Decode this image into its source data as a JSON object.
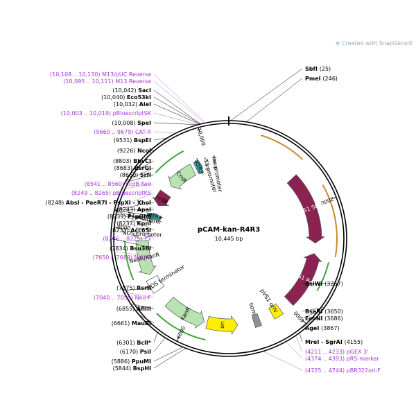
{
  "watermark": {
    "text": "Created with SnapGene®",
    "icon": "snapgene-logo-icon"
  },
  "plasmid": {
    "name": "pCAM-kan-R4R3",
    "length_label": "10,445 bp",
    "length": 10445
  },
  "ticks": [
    {
      "pos": 2000,
      "label": "2000"
    },
    {
      "pos": 4000,
      "label": "4000"
    },
    {
      "pos": 6000,
      "label": "6000"
    },
    {
      "pos": 8000,
      "label": "8000"
    },
    {
      "pos": 10000,
      "label": "10,000"
    }
  ],
  "sites_right": [
    {
      "name": "SbfI",
      "pos": "(25)",
      "bp": 25
    },
    {
      "name": "PmeI",
      "pos": "(246)",
      "bp": 246
    },
    {
      "name": "BsiWI",
      "pos": "(3257)",
      "bp": 3257
    },
    {
      "name": "BseRI",
      "pos": "(3650)",
      "bp": 3650
    },
    {
      "name": "EcoNI",
      "pos": "(3686)",
      "bp": 3686
    },
    {
      "name": "AgeI",
      "pos": "(3867)",
      "bp": 3867
    },
    {
      "name": "MreI - SgrAI",
      "pos": "(4155)",
      "bp": 4155
    }
  ],
  "sites_left": [
    {
      "name": "SacI",
      "pos": "(10,042)",
      "bp": 10042
    },
    {
      "name": "Eco53kI",
      "pos": "(10,040)",
      "bp": 10040
    },
    {
      "name": "AleI",
      "pos": "(10,032)",
      "bp": 10032
    },
    {
      "name": "SpeI",
      "pos": "(10,008)",
      "bp": 10008
    },
    {
      "name": "BspEI",
      "pos": "(9531)",
      "bp": 9531
    },
    {
      "name": "NcoI",
      "pos": "(9226)",
      "bp": 9226
    },
    {
      "name": "BbvCI",
      "pos": "(8803)",
      "bp": 8803
    },
    {
      "name": "BsrGI",
      "pos": "(8683)",
      "bp": 8683
    },
    {
      "name": "SrfI",
      "pos": "(8660)",
      "bp": 8660
    },
    {
      "name": "AbsI - PaeR7I - PspXI - XhoI",
      "pos": "(8248)",
      "bp": 8248
    },
    {
      "name": "ApaI",
      "pos": "(8243)",
      "bp": 8243
    },
    {
      "name": "PspOMI",
      "pos": "(8239)",
      "bp": 8239
    },
    {
      "name": "KpnI",
      "pos": "(8237)",
      "bp": 8237
    },
    {
      "name": "Acc65I",
      "pos": "(8233)",
      "bp": 8233
    },
    {
      "name": "Bsu36I",
      "pos": "(7834)",
      "bp": 7834
    },
    {
      "name": "RsrII",
      "pos": "(7075)",
      "bp": 7075
    },
    {
      "name": "AflIII",
      "pos": "(6855)",
      "bp": 6855
    },
    {
      "name": "MauBI",
      "pos": "(6661)",
      "bp": 6661
    },
    {
      "name": "BclI",
      "pos": "(6301)",
      "bp": 6301,
      "note": "*"
    },
    {
      "name": "PsiI",
      "pos": "(6170)",
      "bp": 6170
    },
    {
      "name": "PpuMI",
      "pos": "(5886)",
      "bp": 5886
    },
    {
      "name": "BspHI",
      "pos": "(5844)",
      "bp": 5844
    }
  ],
  "primers_left": [
    {
      "range": "(10,108 .. 10,130)",
      "name": "M13/pUC Reverse",
      "bp": 10119
    },
    {
      "range": "(10,095 .. 10,111)",
      "name": "M13 Reverse",
      "bp": 10103
    },
    {
      "range": "(10,003 .. 10,019)",
      "name": "pBluescriptSK",
      "bp": 10011
    },
    {
      "range": "(9660 .. 9679)",
      "name": "CAT-R",
      "bp": 9670
    },
    {
      "range": "(8541 .. 8560)",
      "name": "ccdB-fwd",
      "bp": 8550
    },
    {
      "range": "(8249 .. 8265)",
      "name": "pBluescriptKS",
      "bp": 8257
    },
    {
      "range": "(8206 .. 8225)",
      "name": "T7",
      "bp": 8215
    },
    {
      "range": "(7650 .. 7669)",
      "name": "Neo-R",
      "bp": 7660
    },
    {
      "range": "(7040 .. 7059)",
      "name": "Neo-F",
      "bp": 7050
    }
  ],
  "primers_right": [
    {
      "range": "(4211 .. 4233)",
      "name": "pGEX 3'",
      "bp": 4222
    },
    {
      "range": "(4374 .. 4393)",
      "name": "pRS-marker",
      "bp": 4383
    },
    {
      "range": "(4725 .. 4744)",
      "name": "pBR322ori-F",
      "bp": 4734
    }
  ],
  "features": [
    {
      "name": "pVS1 StaA",
      "start": 1350,
      "end": 2700,
      "color": "#8b2252",
      "dir": 1,
      "r": 125,
      "label": "pVS1 StaA",
      "text_color": "#ffffff"
    },
    {
      "name": "pVS1 RepA",
      "start": 2900,
      "end": 3950,
      "color": "#8b2252",
      "dir": -1,
      "r": 125,
      "label": "pVS1 RepA",
      "text_color": "#ffffff"
    },
    {
      "name": "pVS1 oriV",
      "start": 4180,
      "end": 4360,
      "color": "#ffee00",
      "dir": 0,
      "r": 125,
      "label": "pVS1 oriV",
      "text_color": "#000000"
    },
    {
      "name": "bom",
      "start": 4620,
      "end": 4740,
      "color": "#8a9299",
      "dir": 0,
      "r": 125,
      "label": "bom",
      "text_color": "#000000"
    },
    {
      "name": "ori",
      "start": 5050,
      "end": 5640,
      "color": "#ffee00",
      "dir": -1,
      "r": 125,
      "label": "ori",
      "text_color": "#000000"
    },
    {
      "name": "KanR",
      "start": 5700,
      "end": 6480,
      "color": "#b8e3b0",
      "dir": -1,
      "r": 125,
      "label": "KanR",
      "text_color": "#000000"
    },
    {
      "name": "NOS terminator",
      "start": 6780,
      "end": 7040,
      "color": "#ffffff",
      "dir": 0,
      "r": 125,
      "label": "NOS terminator",
      "text_color": "#000000"
    },
    {
      "name": "NeoR/KanR",
      "start": 7120,
      "end": 7790,
      "color": "#b8e3b0",
      "dir": -1,
      "r": 125,
      "label": "NeoR/KanR",
      "text_color": "#000000"
    },
    {
      "name": "NOS promoter",
      "start": 7820,
      "end": 8020,
      "color": "#ffffff",
      "dir": -1,
      "r": 125,
      "label": "NOS promoter",
      "text_color": "#000000"
    },
    {
      "name": "T7 promoter",
      "start": 8200,
      "end": 8240,
      "color": "#ffffff",
      "dir": -1,
      "r": 125,
      "label": "T7 promoter",
      "text_color": "#000000"
    },
    {
      "name": "attR4",
      "start": 8250,
      "end": 8380,
      "color": "#3aa6a6",
      "dir": 1,
      "r": 112,
      "label": "attR4",
      "text_color": "#000000"
    },
    {
      "name": "ccdB",
      "start": 8560,
      "end": 8860,
      "color": "#8b2252",
      "dir": -1,
      "r": 112,
      "label": "ccdB",
      "text_color": "#000000"
    },
    {
      "name": "CmR",
      "start": 9050,
      "end": 9650,
      "color": "#b8e3b0",
      "dir": -1,
      "r": 112,
      "label": "CmR",
      "text_color": "#000000"
    },
    {
      "name": "attR3",
      "start": 9720,
      "end": 9860,
      "color": "#3aa6a6",
      "dir": 1,
      "r": 112,
      "label": "attR3",
      "text_color": "#000000"
    },
    {
      "name": "T3 promoter",
      "start": 9950,
      "end": 9980,
      "color": "#ffffff",
      "dir": 0,
      "r": 112,
      "label": "T3 promoter",
      "text_color": "#000000"
    },
    {
      "name": "lac promoter",
      "start": 10130,
      "end": 10160,
      "color": "#f5e0c0",
      "dir": 0,
      "r": 112,
      "label": "lac promoter",
      "text_color": "#000000"
    }
  ]
}
